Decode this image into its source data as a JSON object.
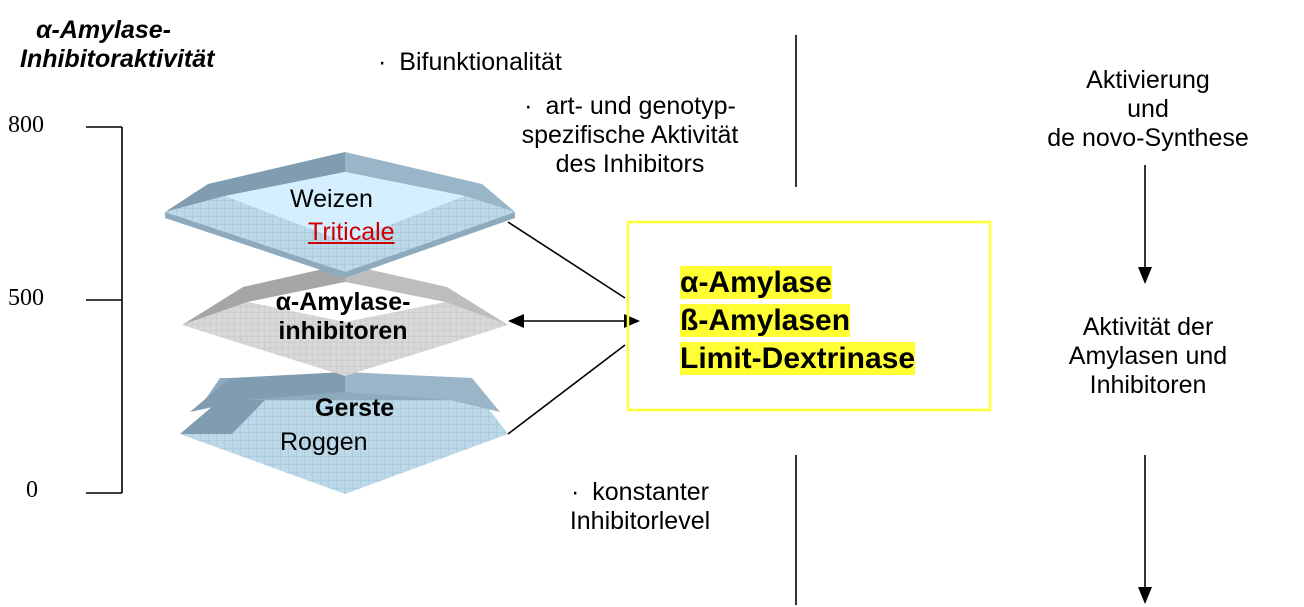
{
  "axis": {
    "title_line1": "α-Amylase-",
    "title_line2": "Inhibitoraktivität",
    "ticks": [
      "800",
      "500",
      "0"
    ]
  },
  "blocks": {
    "top": {
      "line1": "Weizen",
      "line2": "Triticale"
    },
    "middle": {
      "line1": "α-Amylase-",
      "line2": "inhibitoren"
    },
    "bottom": {
      "line1": "Gerste",
      "line2": "Roggen"
    }
  },
  "notes": {
    "bifunktionalitaet": "Bifunktionalität",
    "genotyp": [
      "art- und genotyp-",
      "spezifische Aktivität",
      "des Inhibitors"
    ],
    "konstant": [
      "konstanter",
      "Inhibitorlevel"
    ],
    "bullet": "·"
  },
  "enzyme_box": {
    "lines": [
      "α-Amylase",
      "ß-Amylasen",
      "Limit-Dextrinase"
    ],
    "highlight_color": "#ffff33",
    "border_color": "#ffff33"
  },
  "right_column": {
    "step1": [
      "Aktivierung",
      "und",
      "de novo-Synthese"
    ],
    "step2": [
      "Aktivität der",
      "Amylasen und",
      "Inhibitoren"
    ]
  },
  "colors": {
    "slab_face": "#c9e6f5",
    "slab_dark": "#7f9cb0",
    "slab_mid": "#a9c4d6",
    "gray_dark": "#a6a6a6",
    "gray_light": "#d9d9d9",
    "triticale": "#cc0000"
  }
}
